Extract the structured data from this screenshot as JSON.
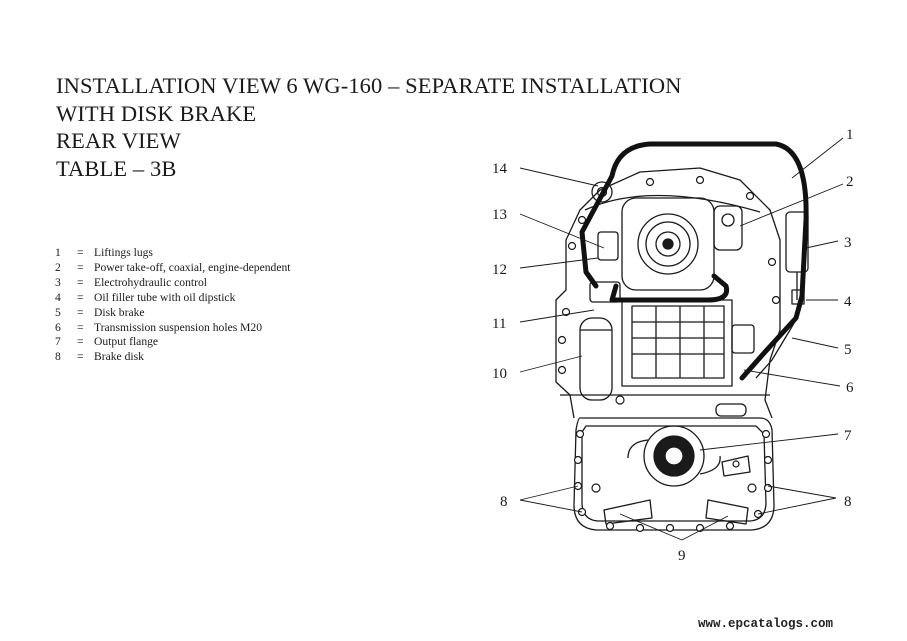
{
  "title_lines": [
    "INSTALLATION VIEW 6 WG-160 – SEPARATE INSTALLATION",
    "WITH DISK BRAKE",
    "REAR VIEW",
    "TABLE – 3B"
  ],
  "legend": [
    {
      "num": "1",
      "sep": "=",
      "text": "Liftings lugs"
    },
    {
      "num": "2",
      "sep": "=",
      "text": "Power take-off, coaxial, engine-dependent"
    },
    {
      "num": "3",
      "sep": "=",
      "text": "Electrohydraulic control"
    },
    {
      "num": "4",
      "sep": "=",
      "text": "Oil filler tube with oil dipstick"
    },
    {
      "num": "5",
      "sep": "=",
      "text": "Disk brake"
    },
    {
      "num": "6",
      "sep": "=",
      "text": "Transmission suspension holes M20"
    },
    {
      "num": "7",
      "sep": "=",
      "text": "Output flange"
    },
    {
      "num": "8",
      "sep": "=",
      "text": "Brake disk"
    }
  ],
  "callouts": {
    "c1": "1",
    "c2": "2",
    "c3": "3",
    "c4": "4",
    "c5": "5",
    "c6": "6",
    "c7": "7",
    "c8_left": "8",
    "c8_right": "8",
    "c9": "9",
    "c10": "10",
    "c11": "11",
    "c12": "12",
    "c13": "13",
    "c14": "14"
  },
  "watermark": "www.epcatalogs.com"
}
